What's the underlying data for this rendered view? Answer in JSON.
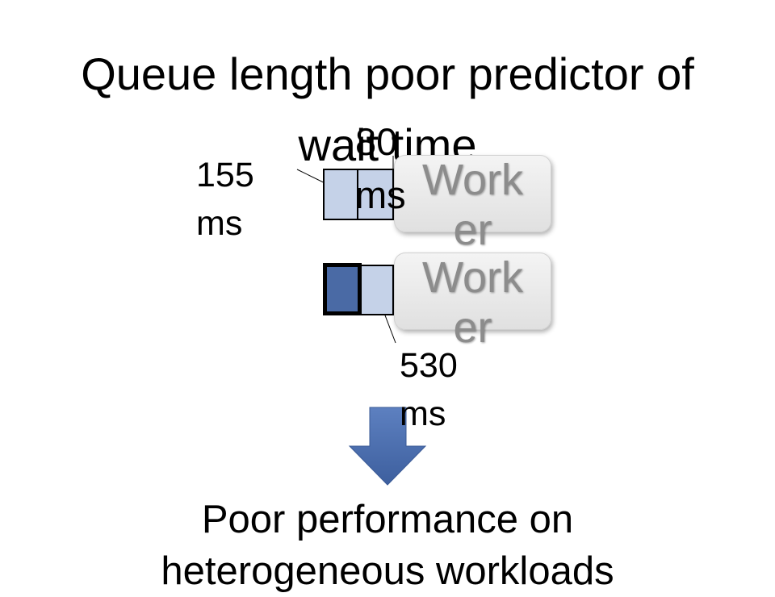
{
  "slide": {
    "title_line1": "Queue length poor predictor of",
    "title_line2": "wait time",
    "workers": [
      {
        "label": "Worker"
      },
      {
        "label": "Worker"
      }
    ],
    "labels": {
      "top_left_value": "155",
      "top_left_unit": "ms",
      "top_mid_value": "80",
      "top_mid_unit": "ms",
      "bottom_value": "530",
      "bottom_unit": "ms"
    },
    "conclusion_line1": "Poor performance on",
    "conclusion_line2": "heterogeneous workloads"
  },
  "colors": {
    "queue_light": "#c5d2e8",
    "queue_dark": "#4a6aa5",
    "arrow": "#4f72b3",
    "worker_text": "#8c8c8c"
  }
}
